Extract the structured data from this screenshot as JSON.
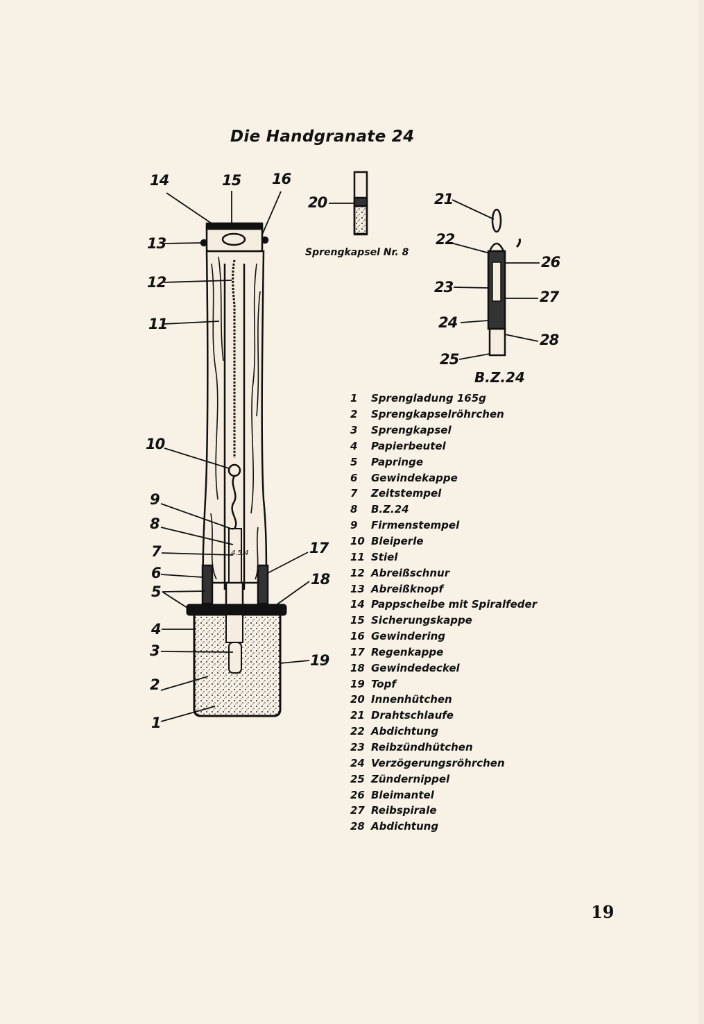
{
  "title": "Die Handgranate 24",
  "callouts": {
    "grenade": [
      "1",
      "2",
      "3",
      "4",
      "5",
      "6",
      "7",
      "8",
      "9",
      "10",
      "11",
      "12",
      "13",
      "14",
      "15",
      "16",
      "17",
      "18",
      "19"
    ],
    "detonator": [
      "20"
    ],
    "fuze": [
      "21",
      "22",
      "23",
      "24",
      "25",
      "26",
      "27",
      "28"
    ]
  },
  "detonator_caption": "Sprengkapsel Nr. 8",
  "fuze_caption": "B.Z.24",
  "stamp_text": "4.5.4",
  "legend": [
    {
      "num": "1",
      "text": "Sprengladung 165g"
    },
    {
      "num": "2",
      "text": "Sprengkapselröhrchen"
    },
    {
      "num": "3",
      "text": "Sprengkapsel"
    },
    {
      "num": "4",
      "text": "Papierbeutel"
    },
    {
      "num": "5",
      "text": "Papringe"
    },
    {
      "num": "6",
      "text": "Gewindekappe"
    },
    {
      "num": "7",
      "text": "Zeitstempel"
    },
    {
      "num": "8",
      "text": "B.Z.24"
    },
    {
      "num": "9",
      "text": "Firmenstempel"
    },
    {
      "num": "10",
      "text": "Bleiperle"
    },
    {
      "num": "11",
      "text": "Stiel"
    },
    {
      "num": "12",
      "text": "Abreißschnur"
    },
    {
      "num": "13",
      "text": "Abreißknopf"
    },
    {
      "num": "14",
      "text": "Pappscheibe mit Spiralfeder"
    },
    {
      "num": "15",
      "text": "Sicherungskappe"
    },
    {
      "num": "16",
      "text": "Gewindering"
    },
    {
      "num": "17",
      "text": "Regenkappe"
    },
    {
      "num": "18",
      "text": "Gewindedeckel"
    },
    {
      "num": "19",
      "text": "Topf"
    },
    {
      "num": "20",
      "text": "Innenhütchen"
    },
    {
      "num": "21",
      "text": "Drahtschlaufe"
    },
    {
      "num": "22",
      "text": "Abdichtung"
    },
    {
      "num": "23",
      "text": "Reibzündhütchen"
    },
    {
      "num": "24",
      "text": "Verzögerungsröhrchen"
    },
    {
      "num": "25",
      "text": "Zündernippel"
    },
    {
      "num": "26",
      "text": "Bleimantel"
    },
    {
      "num": "27",
      "text": "Reibspirale"
    },
    {
      "num": "28",
      "text": "Abdichtung"
    }
  ],
  "page_number": "19",
  "colors": {
    "paper": "#f7f1e6",
    "ink": "#111111"
  }
}
